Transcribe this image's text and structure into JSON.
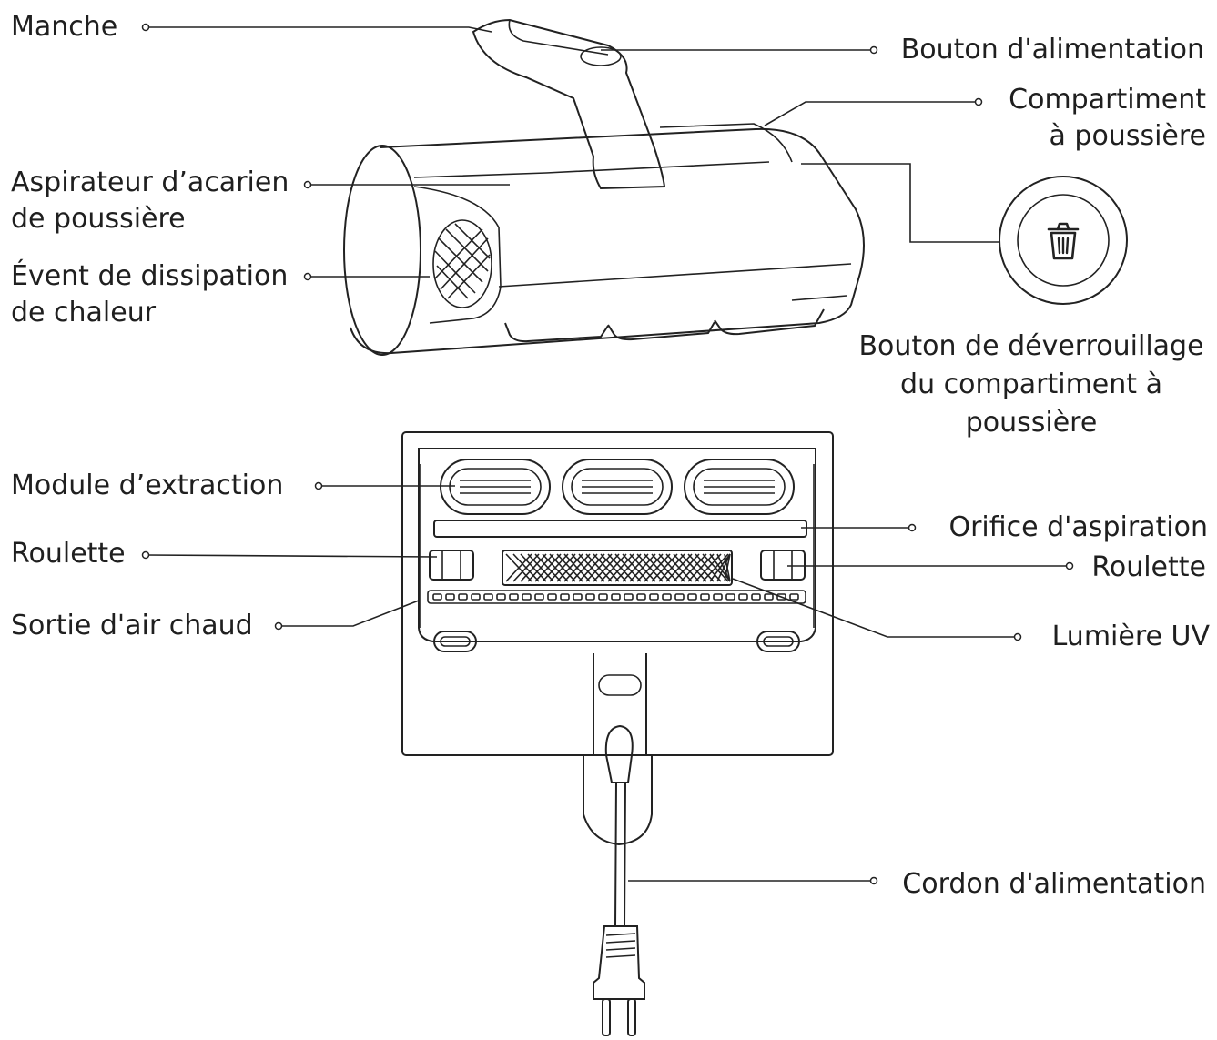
{
  "labels": {
    "manche": "Manche",
    "bouton_alimentation": "Bouton d'alimentation",
    "compartiment": [
      "Compartiment",
      "à poussière"
    ],
    "aspirateur": [
      "Aspirateur d’acarien",
      "de poussière"
    ],
    "event": [
      "Évent de dissipation",
      "de chaleur"
    ],
    "bouton_deverrouillage": [
      "Bouton de déverrouillage",
      "du compartiment à",
      "poussière"
    ],
    "module_extraction": "Module d’extraction",
    "roulette_gauche": "Roulette",
    "orifice_aspiration": "Orifice d'aspiration",
    "roulette_droite": "Roulette",
    "sortie_air": "Sortie d'air chaud",
    "lumiere_uv": "Lumière UV",
    "cordon": "Cordon d'alimentation"
  },
  "icons": {
    "unlock_button": "trash-bin-icon"
  }
}
